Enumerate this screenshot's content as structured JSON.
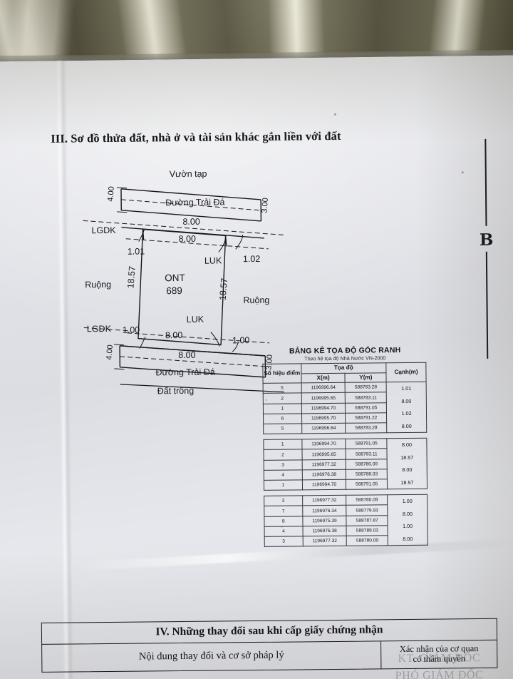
{
  "document": {
    "section3_heading": "III. Sơ đồ thửa đất, nhà ở và tài sản khác gắn liền với đất"
  },
  "sketch": {
    "neighbors": {
      "top": "Vườn tạp",
      "left": "Ruộng",
      "right": "Ruộng",
      "bottom": "Đất trống"
    },
    "roads": {
      "top_road": "Đường Trải Đá",
      "bottom_road": "Đường Trải Đá"
    },
    "parcel": {
      "land_type": "ONT",
      "parcel_number": "689"
    },
    "codes": {
      "lgdk_top": "LGDK",
      "lgdk_bottom": "LGDK",
      "luk_top": "LUK",
      "luk_bottom": "LUK"
    },
    "dimensions": {
      "top_road_width_left": "4.00",
      "top_road_width_right": "3.00",
      "top_outer_length": "8.00",
      "top_inner_length": "8.00",
      "top_left_offset": "1.01",
      "top_right_offset": "1.02",
      "left_side": "18.57",
      "right_side": "18.57",
      "bottom_left_offset": "1.00",
      "bottom_inner_length": "8.00",
      "bottom_right_offset": "1.00",
      "bottom_outer_length": "8.00",
      "bottom_road_width_left": "4.00",
      "bottom_road_width_right": "3.00"
    }
  },
  "coord_table": {
    "title": "BẢNG KÊ TỌA ĐỘ GÓC RANH",
    "subtitle": "Theo hệ tọa độ Nhà Nước VN-2000",
    "headers": {
      "point": "Số hiệu điểm",
      "coords": "Tọa độ",
      "x": "X(m)",
      "y": "Y(m)",
      "side": "Cạnh(m)"
    },
    "blocks": [
      {
        "rows": [
          {
            "point": "5",
            "x": "1196996.64",
            "y": "588783.28"
          },
          {
            "point": "2",
            "x": "1196995.65",
            "y": "588783.11"
          },
          {
            "point": "1",
            "x": "1196994.70",
            "y": "588791.05"
          },
          {
            "point": "6",
            "x": "1196995.70",
            "y": "588791.22"
          },
          {
            "point": "5",
            "x": "1196996.64",
            "y": "588783.28"
          }
        ],
        "sides": [
          "1.01",
          "8.00",
          "1.02",
          "8.00"
        ]
      },
      {
        "rows": [
          {
            "point": "1",
            "x": "1196994.70",
            "y": "588791.05"
          },
          {
            "point": "2",
            "x": "1196995.65",
            "y": "588783.11"
          },
          {
            "point": "3",
            "x": "1196977.32",
            "y": "588780.09"
          },
          {
            "point": "4",
            "x": "1196976.38",
            "y": "588788.03"
          },
          {
            "point": "1",
            "x": "1196994.70",
            "y": "588791.05"
          }
        ],
        "sides": [
          "8.00",
          "18.57",
          "8.00",
          "18.57"
        ]
      },
      {
        "rows": [
          {
            "point": "3",
            "x": "1196977.32",
            "y": "588780.09"
          },
          {
            "point": "7",
            "x": "1196976.34",
            "y": "588779.93"
          },
          {
            "point": "8",
            "x": "1196975.39",
            "y": "588787.87"
          },
          {
            "point": "4",
            "x": "1196976.38",
            "y": "588788.03"
          },
          {
            "point": "3",
            "x": "1196977.32",
            "y": "588780.09"
          }
        ],
        "sides": [
          "1.00",
          "8.00",
          "1.00",
          "8.00"
        ]
      }
    ]
  },
  "section4": {
    "title": "IV. Những thay đổi sau khi cấp giấy chứng nhận",
    "col_content": "Nội dung thay đổi và cơ sở pháp lý",
    "col_confirm_line1": "Xác nhận của cơ quan",
    "col_confirm_line2": "có thẩm quyền",
    "stamp_line1": "KT. GIÁM ĐỐC",
    "stamp_line2": "PHÓ GIÁM ĐỐC"
  },
  "ornament": {
    "letter": "B"
  },
  "colors": {
    "paper": "#e4e5ea",
    "ink": "#16171b",
    "table_surface": "#6d6950"
  }
}
